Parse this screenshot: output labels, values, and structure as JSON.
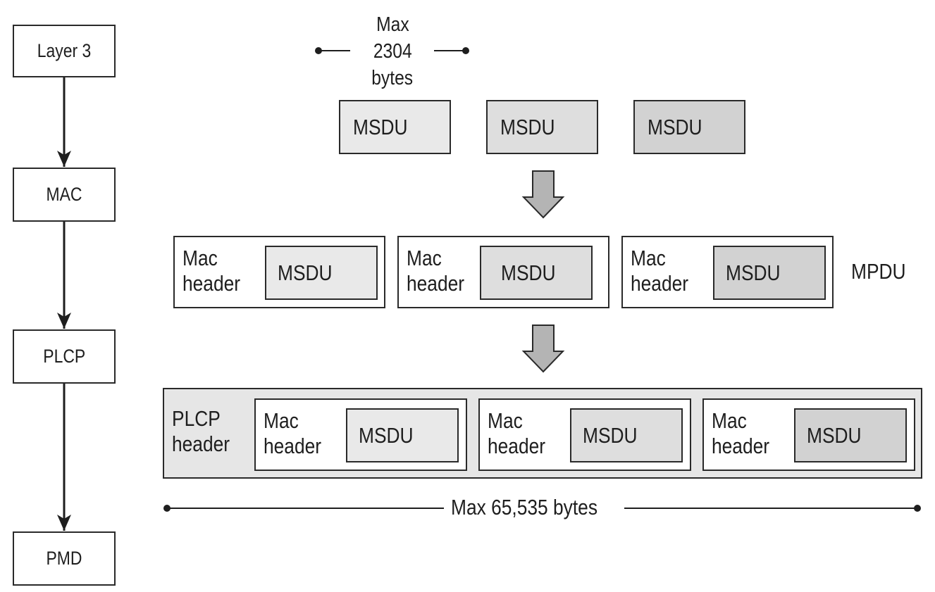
{
  "layers": [
    {
      "label": "Layer 3"
    },
    {
      "label": "MAC"
    },
    {
      "label": "PLCP"
    },
    {
      "label": "PMD"
    }
  ],
  "msdu_max": {
    "line1": "Max",
    "line2": "2304",
    "line3": "bytes"
  },
  "msdu_row": [
    {
      "label": "MSDU",
      "shade": "#e9e9e9"
    },
    {
      "label": "MSDU",
      "shade": "#dedede"
    },
    {
      "label": "MSDU",
      "shade": "#d2d2d2"
    }
  ],
  "mpdu_row": {
    "label": "MPDU",
    "frames": [
      {
        "header_line1": "Mac",
        "header_line2": "header",
        "payload": "MSDU"
      },
      {
        "header_line1": "Mac",
        "header_line2": "header",
        "payload": "MSDU"
      },
      {
        "header_line1": "Mac",
        "header_line2": "header",
        "payload": "MSDU"
      }
    ]
  },
  "ppdu_row": {
    "plcp_line1": "PLCP",
    "plcp_line2": "header",
    "frames": [
      {
        "header_line1": "Mac",
        "header_line2": "header",
        "payload": "MSDU"
      },
      {
        "header_line1": "Mac",
        "header_line2": "header",
        "payload": "MSDU"
      },
      {
        "header_line1": "Mac",
        "header_line2": "header",
        "payload": "MSDU"
      }
    ]
  },
  "ppdu_max": {
    "label": "Max 65,535 bytes"
  },
  "colors": {
    "stroke": "#2a2a2a",
    "arrow_fill": "#b4b4b4",
    "ppdu_fill": "#e6e6e6"
  }
}
